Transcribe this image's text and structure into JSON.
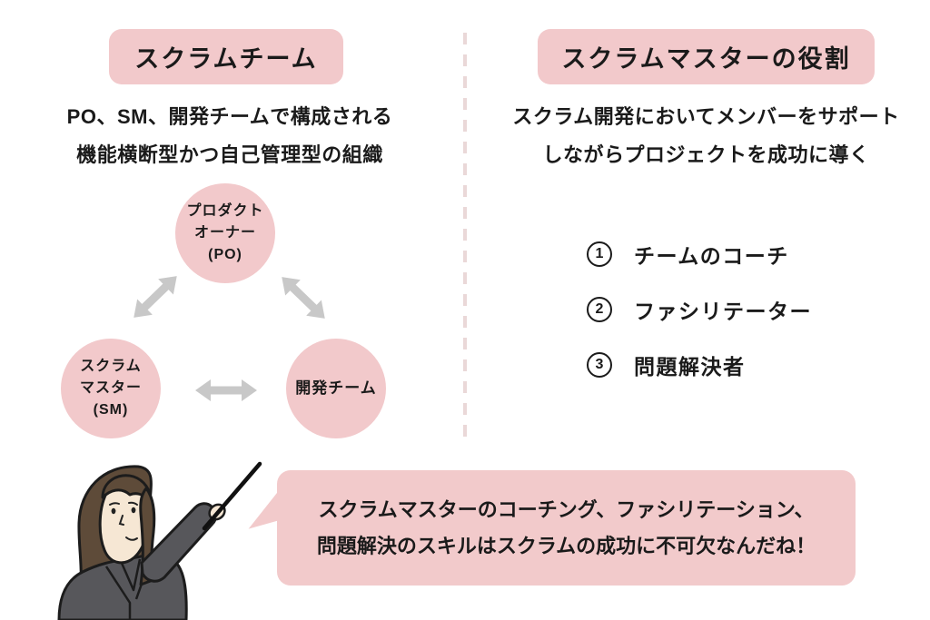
{
  "colors": {
    "accent_pink": "#F2C9CB",
    "bubble_pink": "#F2CACB",
    "divider_pink": "#EAD8D8",
    "arrow_gray": "#C8C8C8",
    "text": "#1A1A1A",
    "suit_gray": "#57575B",
    "hair_brown": "#5E4B39",
    "skin": "#F6E7D4"
  },
  "left_panel": {
    "title": "スクラムチーム",
    "description_line1": "PO、SM、開発チームで構成される",
    "description_line2": "機能横断型かつ自己管理型の組織",
    "diagram": {
      "nodes": [
        {
          "id": "product-owner",
          "lines": [
            "プロダクト",
            "オーナー",
            "(PO)"
          ]
        },
        {
          "id": "scrum-master",
          "lines": [
            "スクラム",
            "マスター",
            "(SM)"
          ]
        },
        {
          "id": "dev-team",
          "lines": [
            "開発チーム"
          ]
        }
      ],
      "relations": [
        "PO↔SM",
        "PO↔開発チーム",
        "SM↔開発チーム"
      ]
    }
  },
  "right_panel": {
    "title": "スクラムマスターの役割",
    "description_line1": "スクラム開発においてメンバーをサポート",
    "description_line2": "しながらプロジェクトを成功に導く",
    "roles": [
      {
        "number": "1",
        "label": "チームのコーチ"
      },
      {
        "number": "2",
        "label": "ファシリテーター"
      },
      {
        "number": "3",
        "label": "問題解決者"
      }
    ]
  },
  "speech_bubble": {
    "line1": "スクラムマスターのコーチング、ファシリテーション、",
    "line2": "問題解決のスキルはスクラムの成功に不可欠なんだね！"
  },
  "illustration": {
    "name": "presenter-woman-with-pointer"
  }
}
